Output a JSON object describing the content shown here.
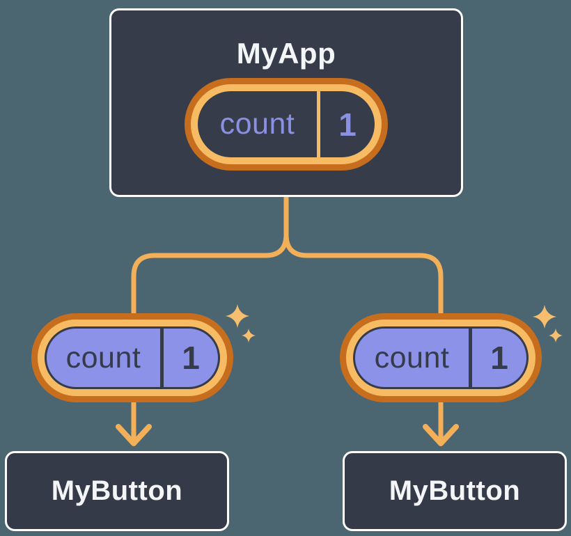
{
  "diagram": {
    "description": "React component tree passing state down as props",
    "root": {
      "title": "MyApp",
      "pill": {
        "kind": "state",
        "key": "count",
        "value": "1"
      }
    },
    "children": [
      {
        "title": "MyButton",
        "pill": {
          "kind": "prop",
          "key": "count",
          "value": "1"
        }
      },
      {
        "title": "MyButton",
        "pill": {
          "kind": "prop",
          "key": "count",
          "value": "1"
        }
      }
    ],
    "icons": {
      "sparkle": "✦ four-point star accent",
      "arrow": "▼ downward flow arrow"
    },
    "colors": {
      "page_background": "#4C6671",
      "root_node_fill": "#363C4A",
      "leaf_node_fill": "#343A47",
      "node_border": "#FFFFFF",
      "node_title_text": "#F4F5F7",
      "pill_ring_outer": "#C66E1E",
      "pill_ring_inner": "#F7BB63",
      "state_pill_fill": "#363C4A",
      "state_pill_text": "#8A90E2",
      "prop_pill_fill": "#8B92E8",
      "prop_pill_text": "#353B49",
      "connector": "#F3B059",
      "sparkle": "#F6BE6E"
    }
  }
}
